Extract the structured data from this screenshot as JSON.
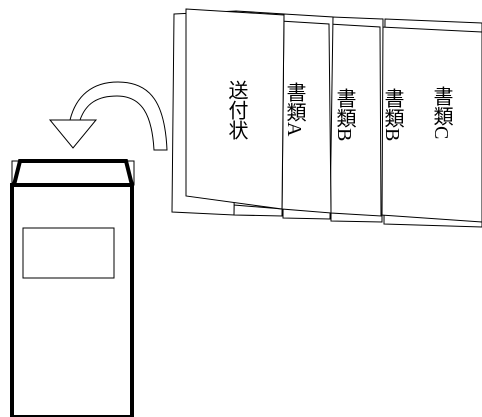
{
  "documents": [
    {
      "label": "送付状"
    },
    {
      "label": "書類A"
    },
    {
      "label": "書類B"
    },
    {
      "label": "書類B"
    },
    {
      "label": "書類C"
    }
  ],
  "colors": {
    "stroke": "#000000",
    "envelope_stroke": "#000000",
    "arrow_fill": "#ffffff"
  },
  "icons": {
    "arrow": "curved-arrow-down-left",
    "envelope": "envelope"
  }
}
